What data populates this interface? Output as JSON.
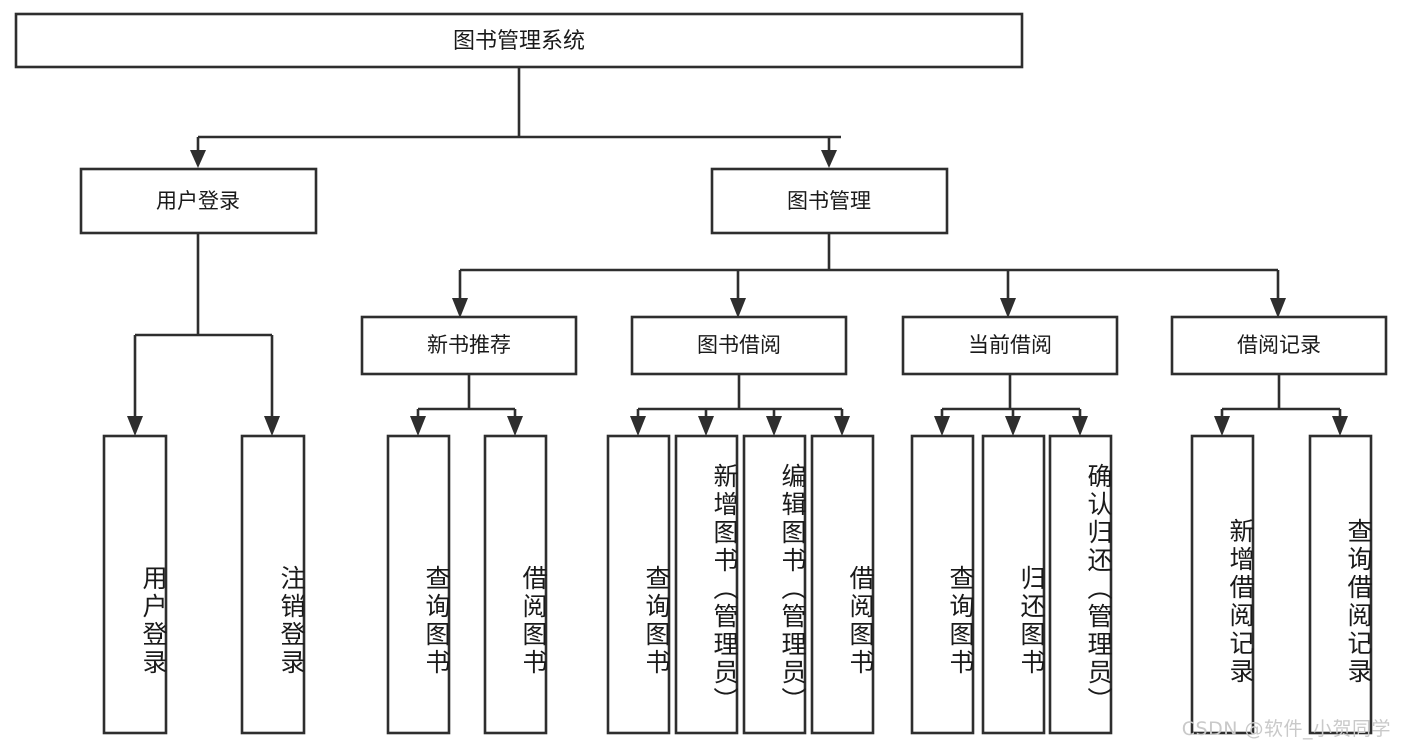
{
  "diagram": {
    "type": "tree-hierarchy",
    "title": "图书管理系统",
    "orientation": "top-down",
    "colors": {
      "box_stroke": "#2e2e2e",
      "box_fill": "#ffffff",
      "text": "#1a1a1a",
      "connector": "#2e2e2e",
      "watermark": "#c9c9c9",
      "background": "#ffffff"
    },
    "levels": [
      {
        "level": 1,
        "nodes": [
          {
            "id": "root",
            "label": "图书管理系统"
          }
        ]
      },
      {
        "level": 2,
        "nodes": [
          {
            "id": "login",
            "label": "用户登录",
            "parent": "root"
          },
          {
            "id": "bookmgmt",
            "label": "图书管理",
            "parent": "root"
          }
        ]
      },
      {
        "level": 3,
        "nodes": [
          {
            "id": "newbook",
            "label": "新书推荐",
            "parent": "bookmgmt"
          },
          {
            "id": "borrow",
            "label": "图书借阅",
            "parent": "bookmgmt"
          },
          {
            "id": "current",
            "label": "当前借阅",
            "parent": "bookmgmt"
          },
          {
            "id": "records",
            "label": "借阅记录",
            "parent": "bookmgmt"
          }
        ]
      },
      {
        "level": 4,
        "nodes": [
          {
            "id": "leaf1",
            "label": "用户登录",
            "parent": "login"
          },
          {
            "id": "leaf2",
            "label": "注销登录",
            "parent": "login"
          },
          {
            "id": "leaf3",
            "label": "查询图书",
            "parent": "newbook"
          },
          {
            "id": "leaf4",
            "label": "借阅图书",
            "parent": "newbook"
          },
          {
            "id": "leaf5",
            "label": "查询图书",
            "parent": "borrow"
          },
          {
            "id": "leaf6",
            "label": "新增图书（管理员）",
            "parent": "borrow"
          },
          {
            "id": "leaf7",
            "label": "编辑图书（管理员）",
            "parent": "borrow"
          },
          {
            "id": "leaf8",
            "label": "借阅图书",
            "parent": "borrow"
          },
          {
            "id": "leaf9",
            "label": "查询图书",
            "parent": "current"
          },
          {
            "id": "leaf10",
            "label": "归还图书",
            "parent": "current"
          },
          {
            "id": "leaf11",
            "label": "确认归还（管理员）",
            "parent": "current"
          },
          {
            "id": "leaf12",
            "label": "新增借阅记录",
            "parent": "records"
          },
          {
            "id": "leaf13",
            "label": "查询借阅记录",
            "parent": "records"
          }
        ]
      }
    ]
  },
  "watermark": {
    "text": "CSDN @软件_小贺同学"
  }
}
